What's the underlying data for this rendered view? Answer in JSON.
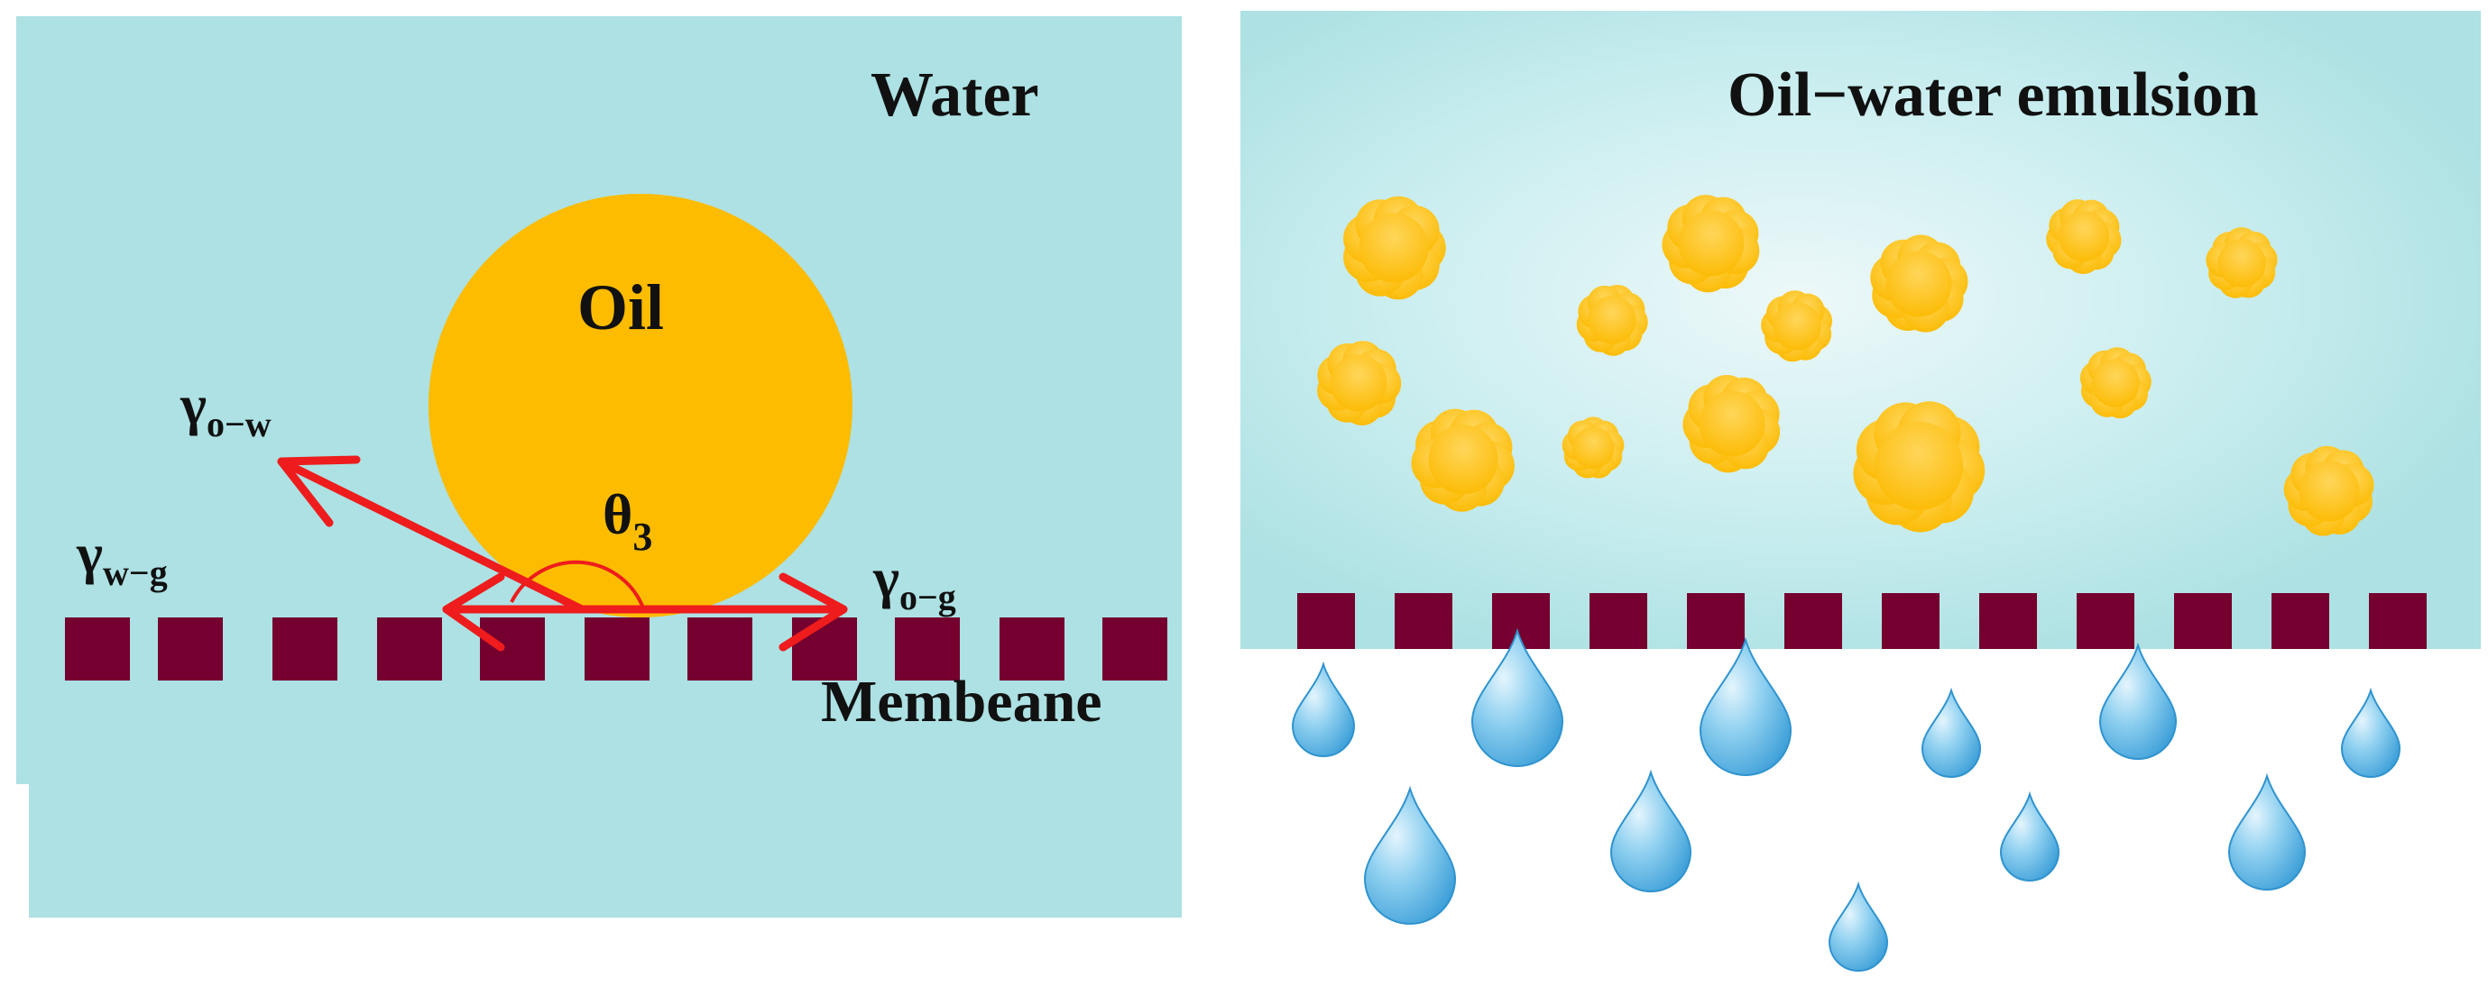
{
  "left_panel": {
    "medium_label": "Water",
    "droplet_label": "Oil",
    "surface_label": "Membeane",
    "angle_symbol": "θ",
    "angle_subscript": "3",
    "tension_oil_water": {
      "symbol": "γ",
      "subscript": "o−w"
    },
    "tension_water_gas": {
      "symbol": "γ",
      "subscript": "w−g"
    },
    "tension_oil_gas": {
      "symbol": "γ",
      "subscript": "o−g"
    }
  },
  "right_panel": {
    "title": "Oil−water emulsion"
  },
  "colors": {
    "water": "#ade1e3",
    "oil": "#fdbc00",
    "membrane": "#75002f",
    "vector": "#ee1c1c",
    "drop_light": "#dff3fc",
    "drop_dark": "#45a7dc"
  }
}
